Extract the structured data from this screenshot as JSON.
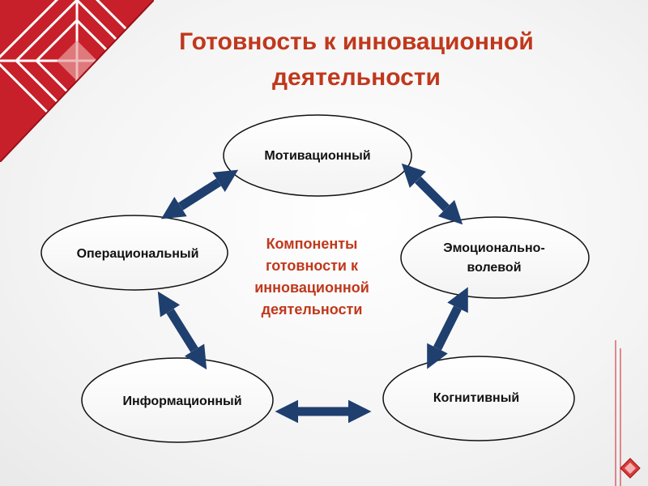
{
  "slide": {
    "title_line1": "Готовность к инновационной",
    "title_line2": "деятельности"
  },
  "diagram": {
    "center_label": [
      "Компоненты",
      "готовности к",
      "инновационной",
      "деятельности"
    ],
    "nodes": [
      {
        "id": "motivational",
        "label": "Мотивационный"
      },
      {
        "id": "operational",
        "label": "Операциональный"
      },
      {
        "id": "emotional-volitional",
        "label_line1": "Эмоционально-",
        "label_line2": "волевой"
      },
      {
        "id": "informational",
        "label": "Информационный"
      },
      {
        "id": "cognitive",
        "label": "Когнитивный"
      }
    ],
    "arrows": [
      {
        "from": "operational",
        "to": "motivational"
      },
      {
        "from": "motivational",
        "to": "emotional-volitional"
      },
      {
        "from": "emotional-volitional",
        "to": "cognitive"
      },
      {
        "from": "informational",
        "to": "cognitive"
      },
      {
        "from": "operational",
        "to": "informational"
      }
    ]
  },
  "colors": {
    "title": "#c0381c",
    "arrow": "#1f3f6e",
    "decor_red": "#c8202a",
    "node_text": "#111111"
  }
}
